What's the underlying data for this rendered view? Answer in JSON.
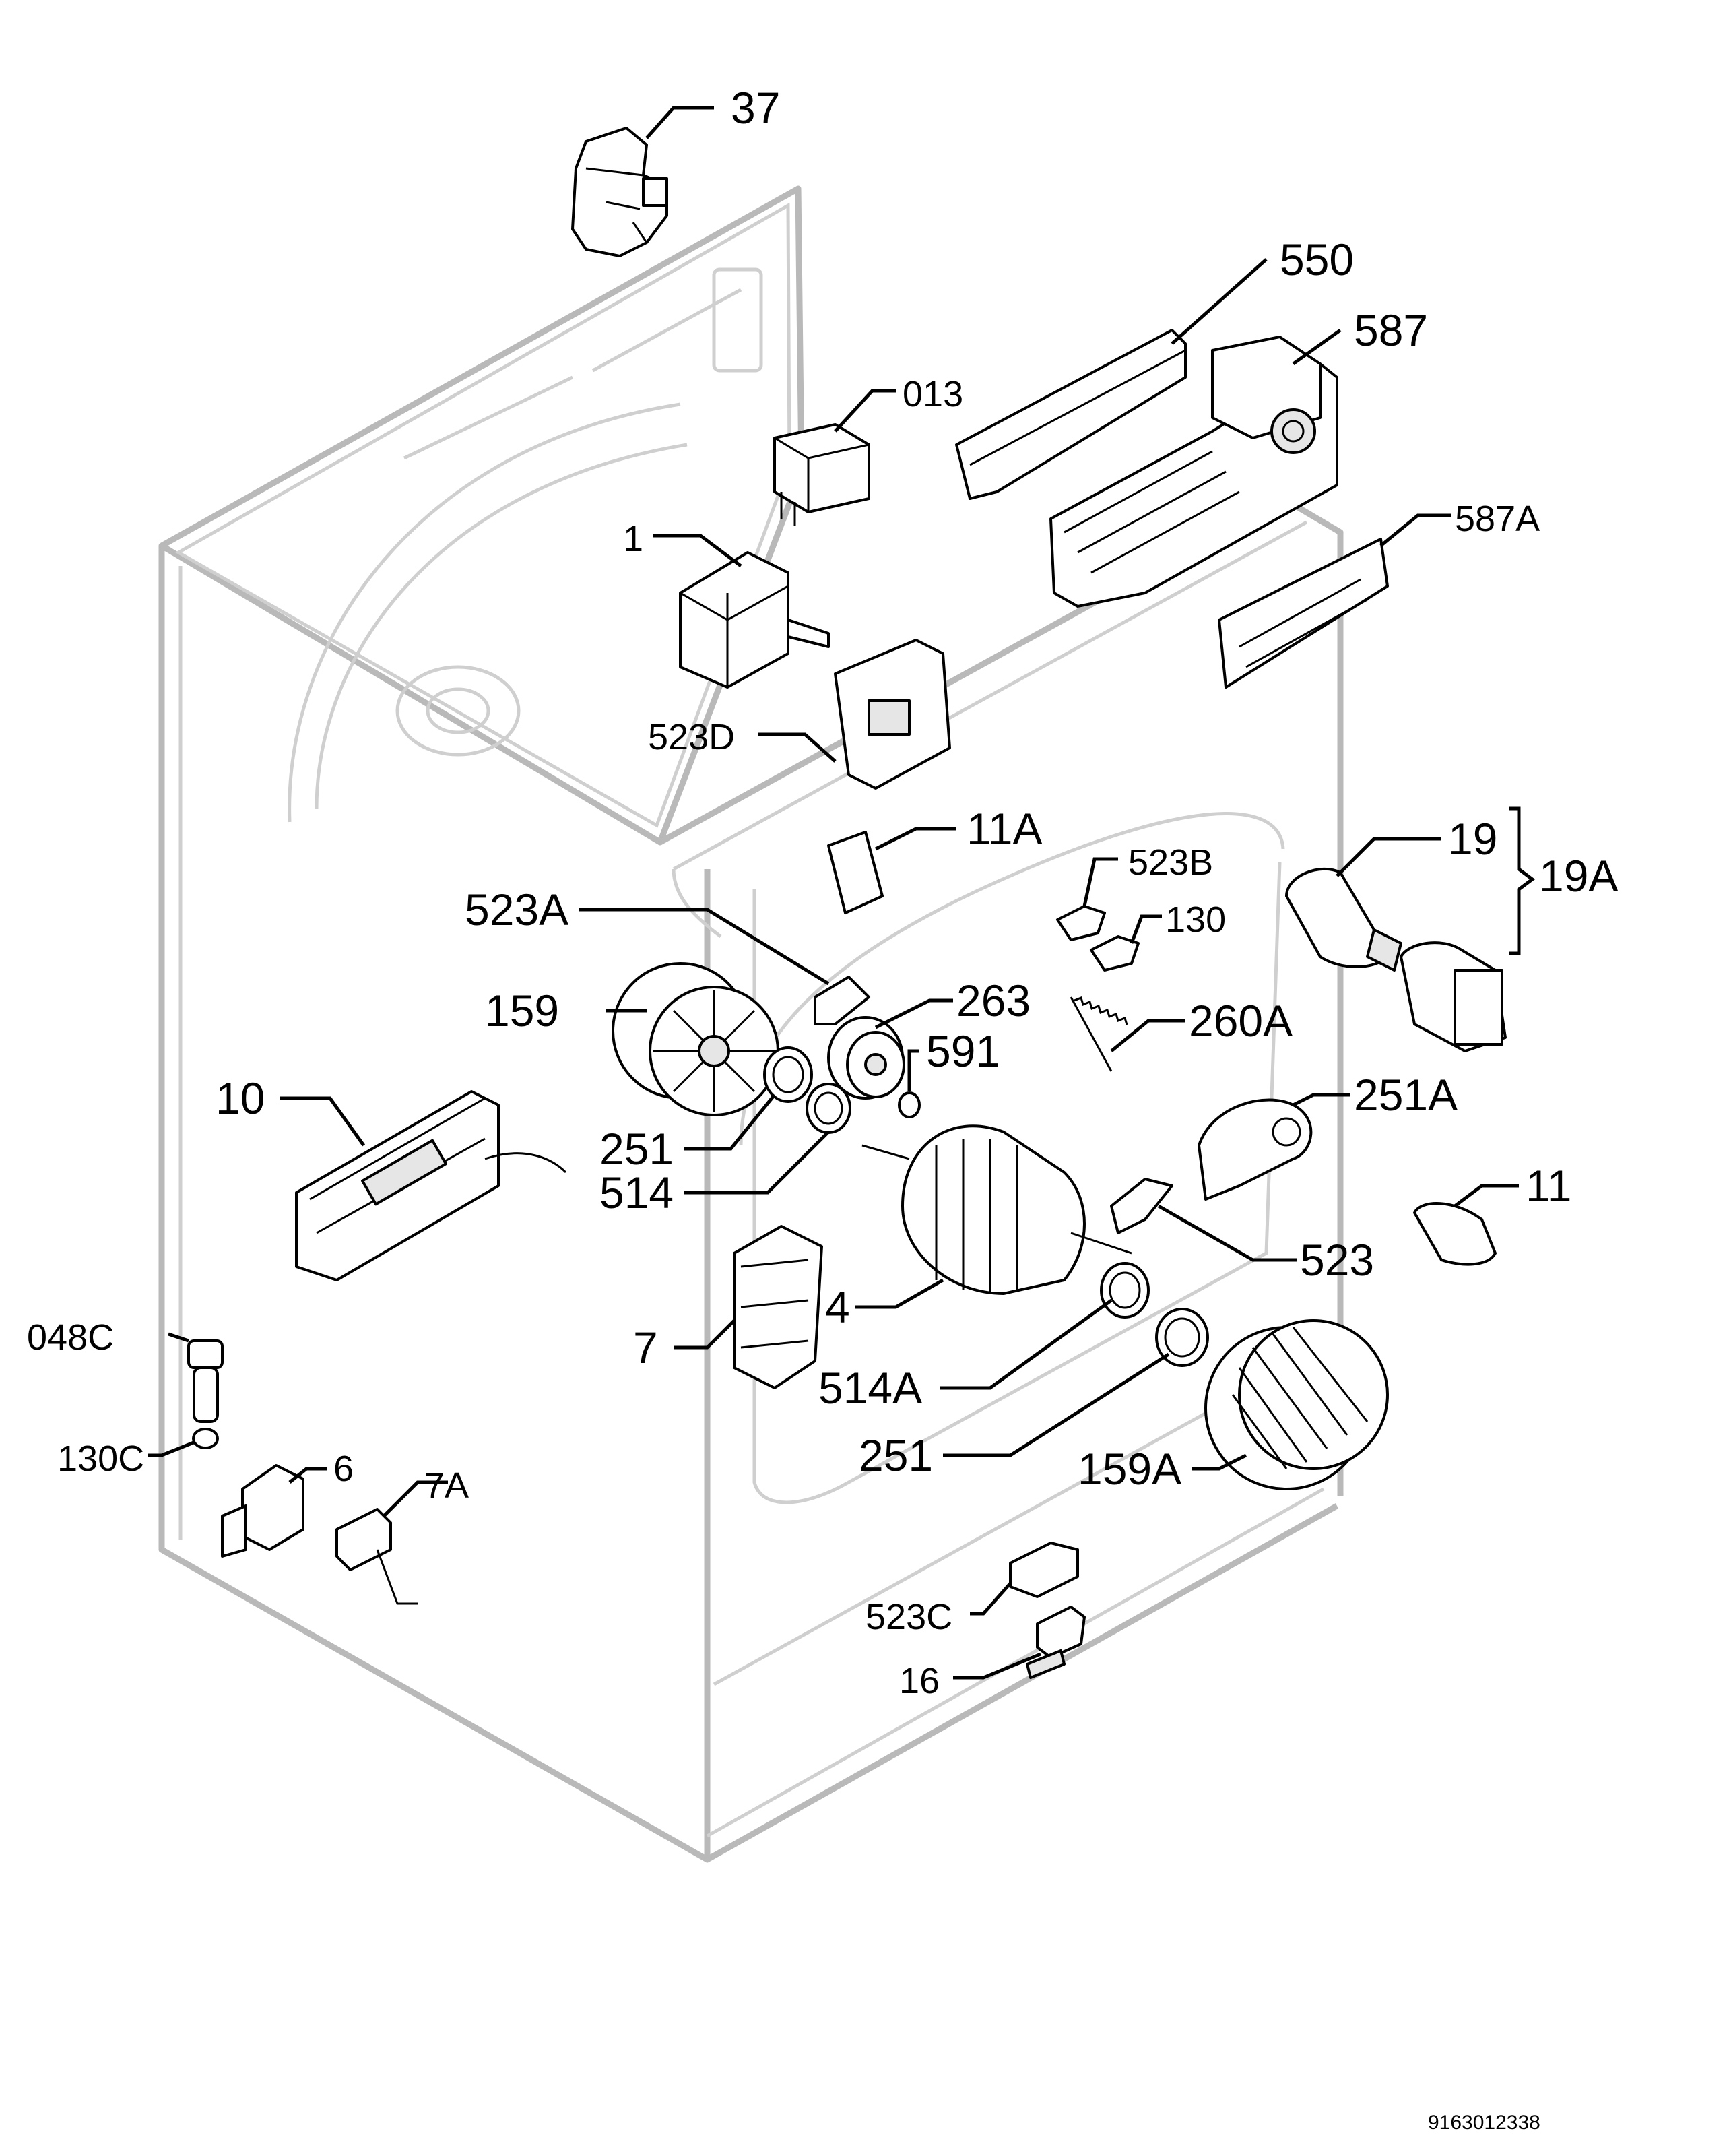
{
  "diagram": {
    "document_number": "9163012338",
    "parts": [
      {
        "id": "p-37",
        "label": "37"
      },
      {
        "id": "p-550",
        "label": "550"
      },
      {
        "id": "p-587",
        "label": "587"
      },
      {
        "id": "p-013",
        "label": "013"
      },
      {
        "id": "p-587a",
        "label": "587A"
      },
      {
        "id": "p-1",
        "label": "1"
      },
      {
        "id": "p-523d",
        "label": "523D"
      },
      {
        "id": "p-11a",
        "label": "11A"
      },
      {
        "id": "p-19",
        "label": "19"
      },
      {
        "id": "p-19a",
        "label": "19A"
      },
      {
        "id": "p-523b",
        "label": "523B"
      },
      {
        "id": "p-130",
        "label": "130"
      },
      {
        "id": "p-523a",
        "label": "523A"
      },
      {
        "id": "p-263",
        "label": "263"
      },
      {
        "id": "p-591",
        "label": "591"
      },
      {
        "id": "p-260a",
        "label": "260A"
      },
      {
        "id": "p-159",
        "label": "159"
      },
      {
        "id": "p-10",
        "label": "10"
      },
      {
        "id": "p-251-top",
        "label": "251"
      },
      {
        "id": "p-514",
        "label": "514"
      },
      {
        "id": "p-251a",
        "label": "251A"
      },
      {
        "id": "p-11",
        "label": "11"
      },
      {
        "id": "p-523",
        "label": "523"
      },
      {
        "id": "p-4",
        "label": "4"
      },
      {
        "id": "p-7",
        "label": "7"
      },
      {
        "id": "p-048c",
        "label": "048C"
      },
      {
        "id": "p-514a",
        "label": "514A"
      },
      {
        "id": "p-130c",
        "label": "130C"
      },
      {
        "id": "p-6",
        "label": "6"
      },
      {
        "id": "p-7a",
        "label": "7A"
      },
      {
        "id": "p-251-bot",
        "label": "251"
      },
      {
        "id": "p-159a",
        "label": "159A"
      },
      {
        "id": "p-523c",
        "label": "523C"
      },
      {
        "id": "p-16",
        "label": "16"
      }
    ]
  }
}
